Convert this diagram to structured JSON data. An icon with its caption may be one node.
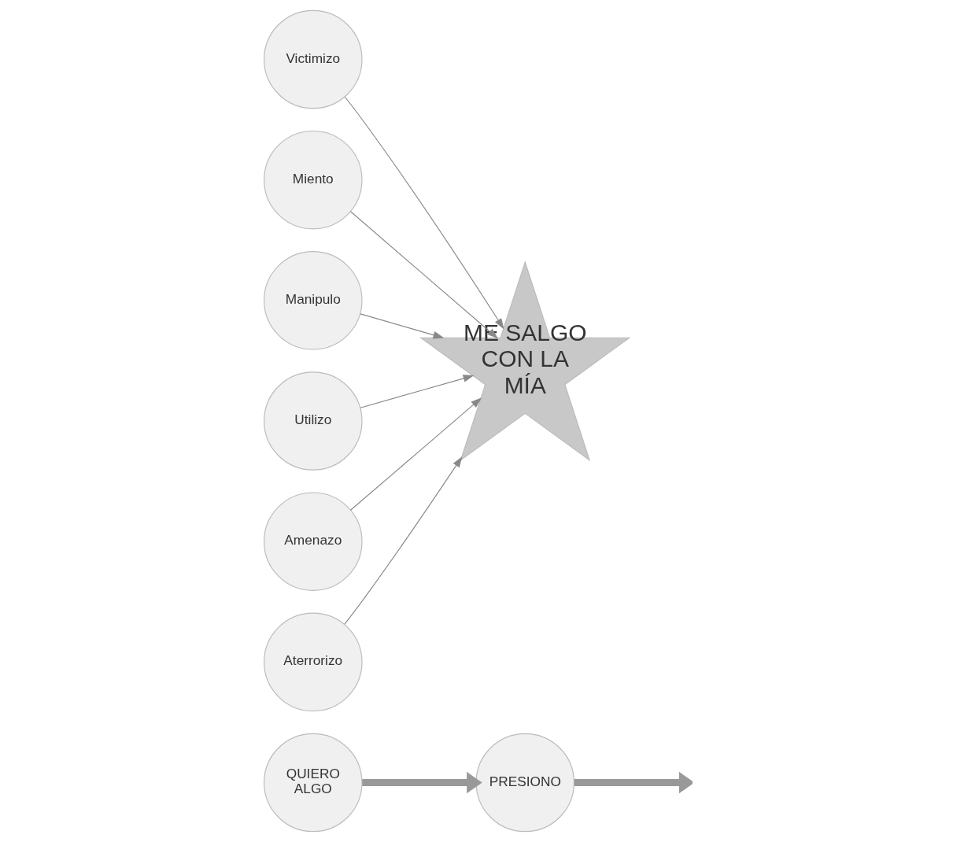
{
  "diagram": {
    "nodes": [
      {
        "text": [
          "QUIERO ALGO"
        ]
      },
      {
        "text": [
          "PRESIONO"
        ]
      },
      {
        "text": [
          "Victimizo"
        ]
      },
      {
        "text": [
          "Miento"
        ]
      },
      {
        "text": [
          "Manipulo"
        ]
      },
      {
        "text": [
          "Utilizo"
        ]
      },
      {
        "text": [
          "Amenazo"
        ]
      },
      {
        "text": [
          "Aterrorizo"
        ]
      },
      {
        "text": [
          "ME SALGO CON LA MÍA"
        ]
      }
    ],
    "edges": [
      {
        "from": 0,
        "to": 1,
        "arrow": "to",
        "style": "thick"
      },
      {
        "from": 1,
        "to": null,
        "arrow": "to",
        "style": "thick"
      },
      {
        "from": 2,
        "to": 8,
        "arrow": "to"
      },
      {
        "from": 3,
        "to": 8,
        "arrow": "to"
      },
      {
        "from": 4,
        "to": 8,
        "arrow": "to"
      },
      {
        "from": 5,
        "to": 8,
        "arrow": "to"
      },
      {
        "from": 6,
        "to": 8,
        "arrow": "to"
      },
      {
        "from": 7,
        "to": 8,
        "arrow": "to"
      }
    ]
  }
}
